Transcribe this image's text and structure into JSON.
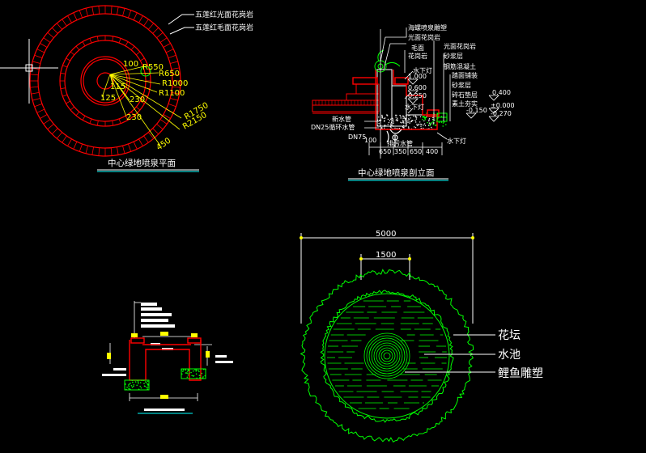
{
  "colors": {
    "background": "#000000",
    "red": "#ff0000",
    "yellow": "#ffff00",
    "green": "#00ff00",
    "white": "#ffffff",
    "cyan": "#00ffff"
  },
  "plan": {
    "title": "中心绿地喷泉平面",
    "callouts": [
      "五莲红光面花岗岩",
      "五莲红毛面花岗岩"
    ],
    "dims": [
      "100",
      "R550",
      "R650",
      "R1000",
      "R1100",
      "115",
      "125",
      "230",
      "230",
      "R1750",
      "R2150",
      "450"
    ]
  },
  "elevation": {
    "title": "中心绿地喷泉剖立面",
    "labels_left": [
      "海螺喷泉雕塑",
      "光面花岗岩",
      "毛面",
      "花岗岩",
      "新水管",
      "DN25循环水管",
      "DN75"
    ],
    "labels_right": [
      "光面花岗岩",
      "砂浆层",
      "钢筋混凝土",
      "踏面铺装",
      "砂浆层",
      "碎石垫层",
      "素土夯实"
    ],
    "lamps": [
      "水下灯",
      "水下灯",
      "水下灯"
    ],
    "levels": [
      "1.000",
      "0.600",
      "0.250",
      "0.400",
      "±0.000",
      "-0.150",
      "-0.270"
    ],
    "drain": "排污水管",
    "bottom_dims": [
      "100",
      "650",
      "350",
      "650",
      "400"
    ]
  },
  "pool_plan": {
    "dim_outer": "5000",
    "dim_inner": "1500",
    "labels": [
      "花坛",
      "水池",
      "鲤鱼雕塑"
    ]
  }
}
